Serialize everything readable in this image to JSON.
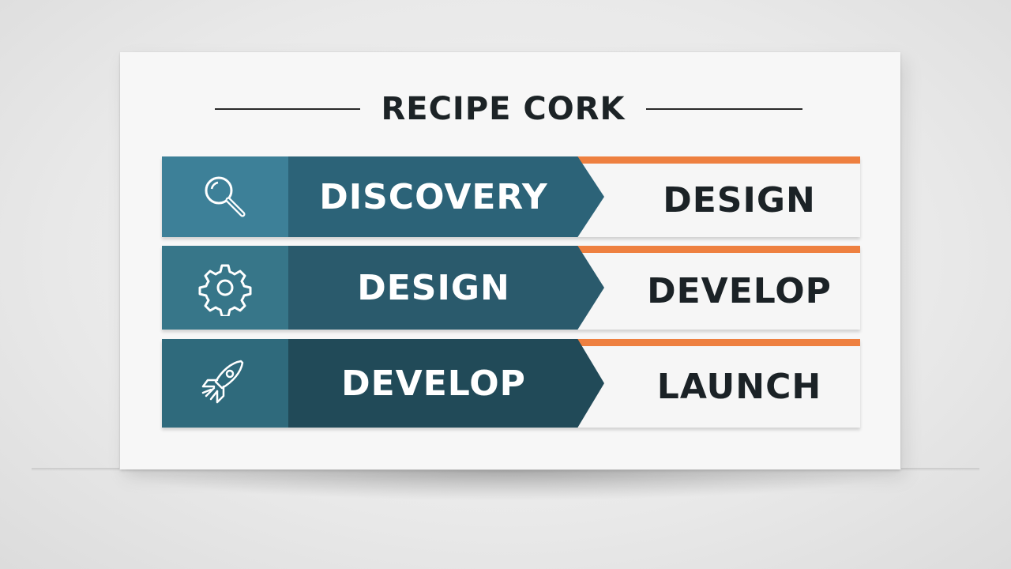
{
  "title": "RECIPE CORK",
  "colors": {
    "accent": "#ee8040",
    "teal_dark": "#214a58",
    "teal_light": "#3d8098",
    "text_dark": "#1b2226"
  },
  "rows": [
    {
      "icon": "magnifier-icon",
      "stage": "DISCOVERY",
      "next": "DESIGN"
    },
    {
      "icon": "gear-icon",
      "stage": "DESIGN",
      "next": "DEVELOP"
    },
    {
      "icon": "rocket-icon",
      "stage": "DEVELOP",
      "next": "LAUNCH"
    }
  ]
}
